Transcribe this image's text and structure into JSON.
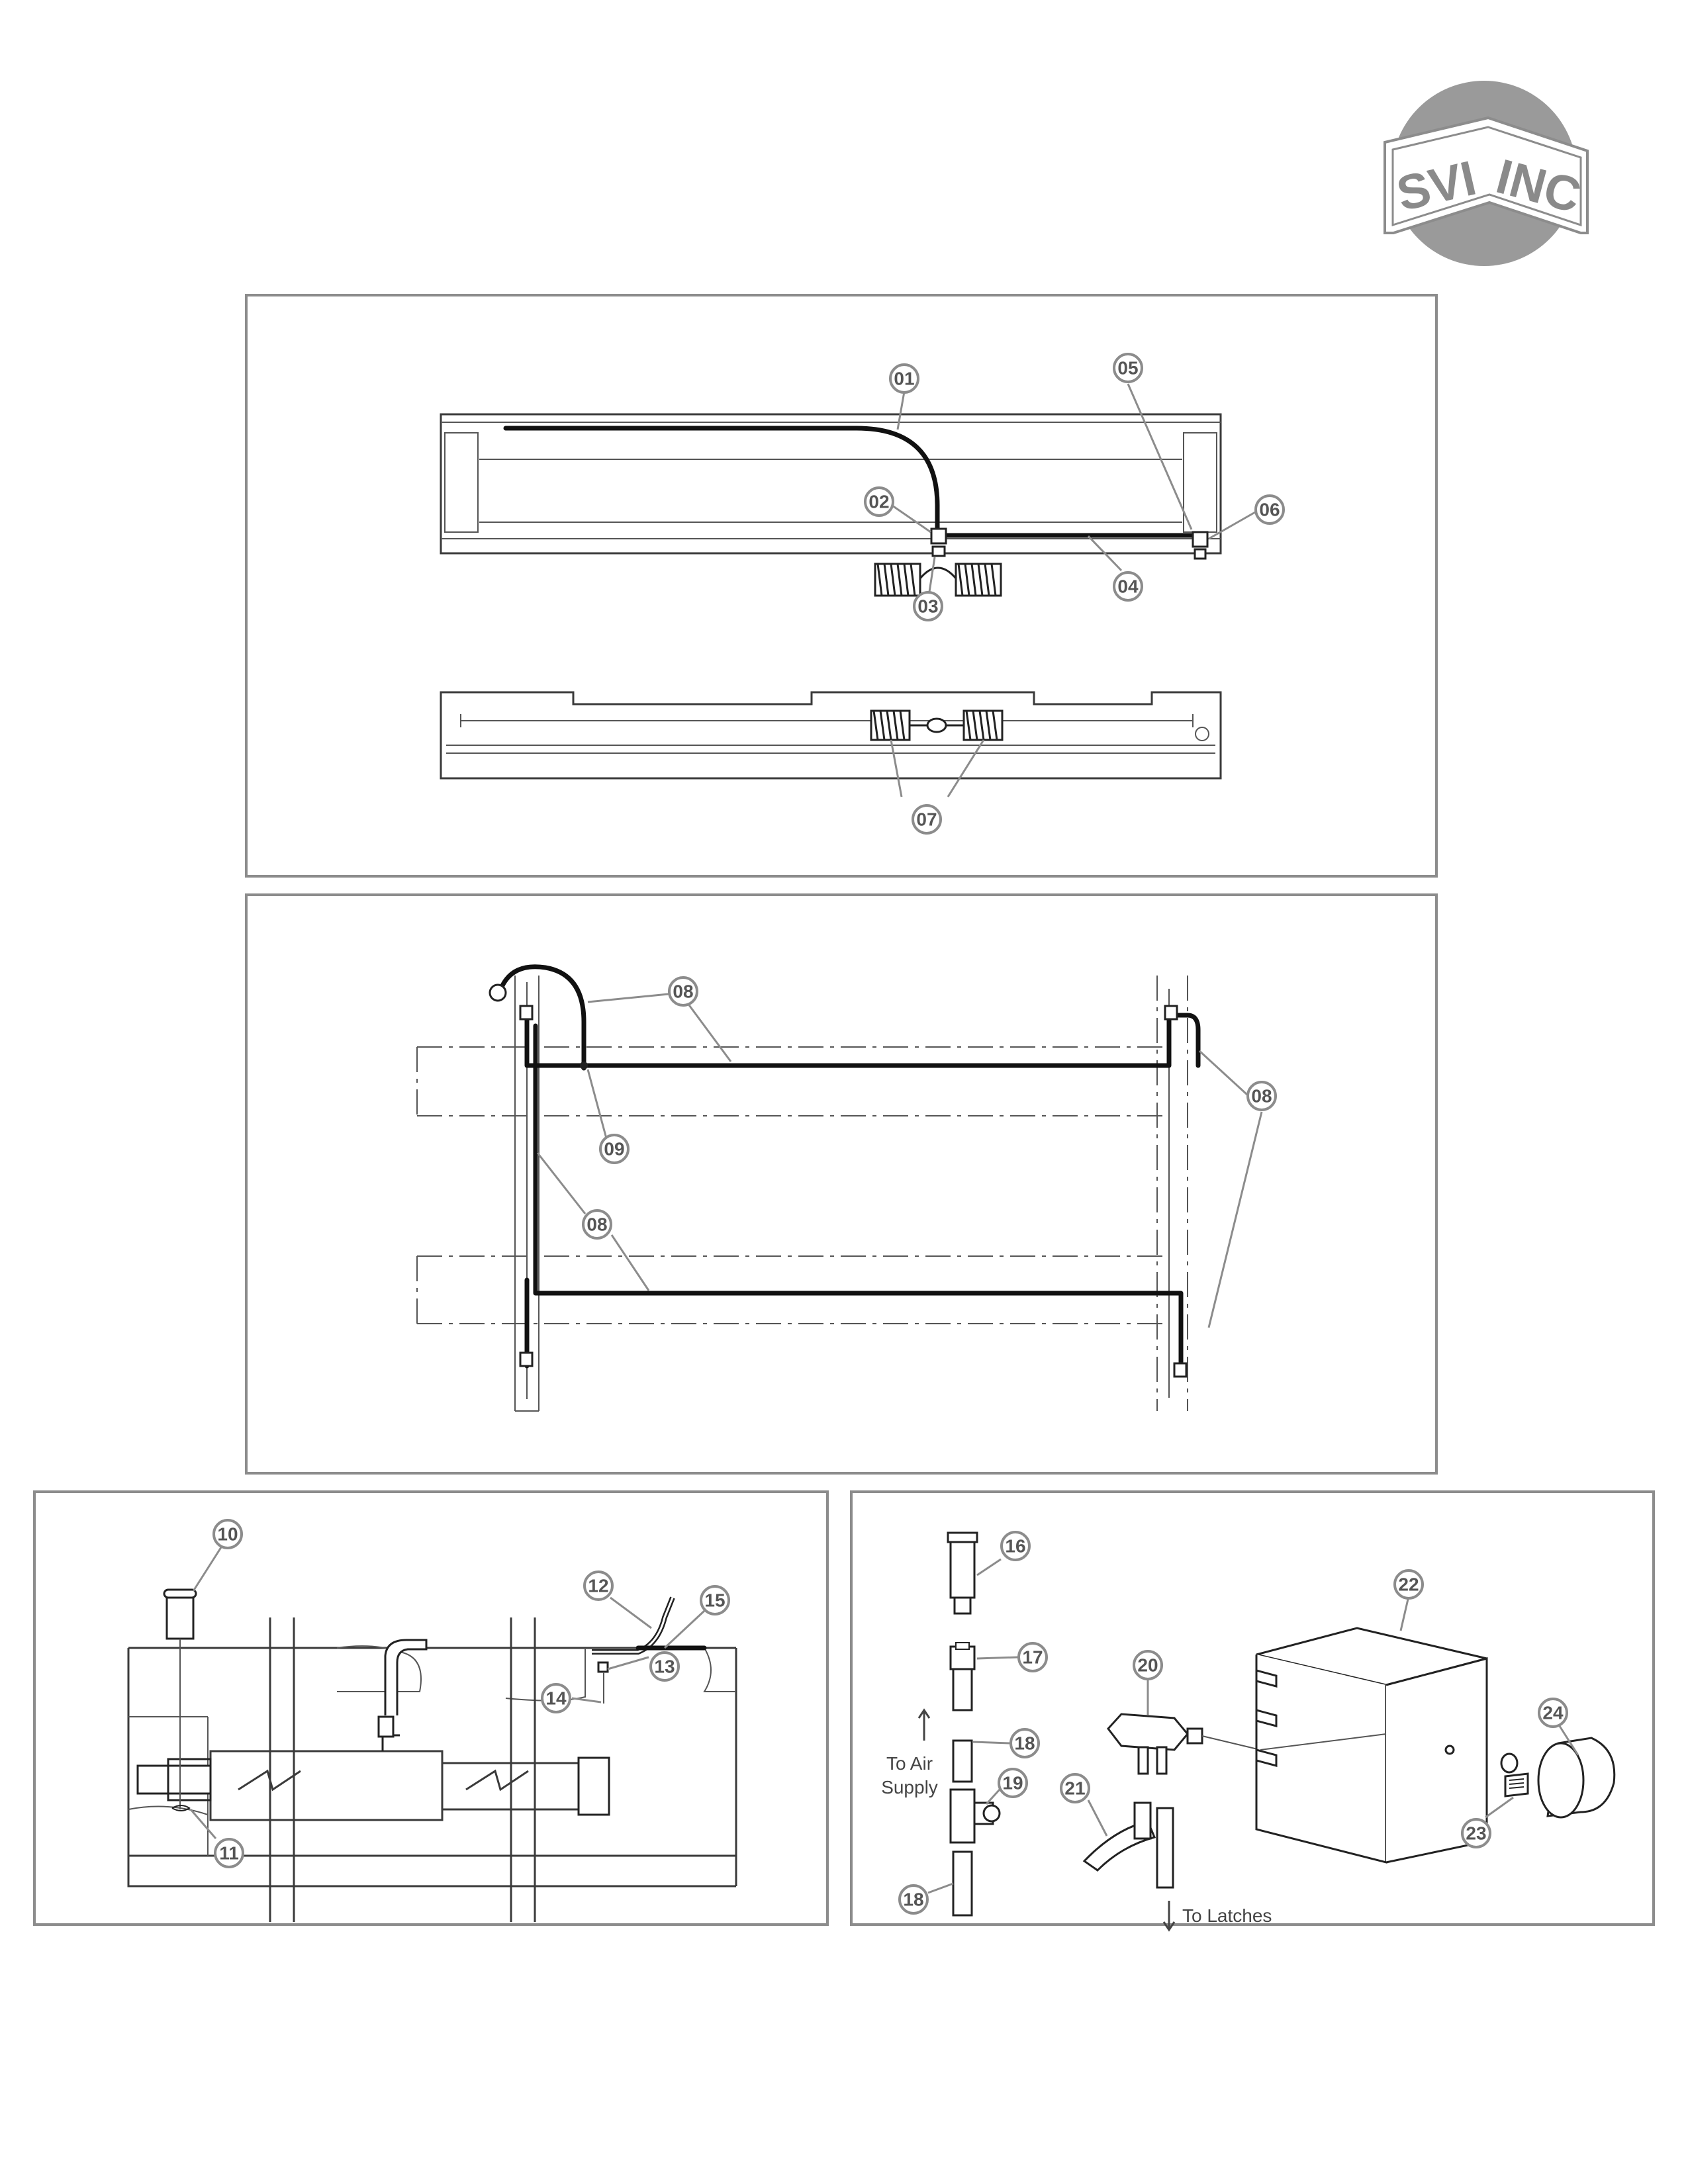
{
  "logo": {
    "text_left": "SVI",
    "text_right": "INC",
    "colors": {
      "disc": "#9a9a9a",
      "frame": "#8c8c8c",
      "letters": "#8a8a8a"
    }
  },
  "colors": {
    "panel_border": "#8c8c8c",
    "hose": "#111111",
    "line": "#3a3a3a",
    "callout": "#555555"
  },
  "panel1": {
    "callouts": [
      {
        "id": "c01",
        "label": "01"
      },
      {
        "id": "c02",
        "label": "02"
      },
      {
        "id": "c03",
        "label": "03"
      },
      {
        "id": "c04",
        "label": "04"
      },
      {
        "id": "c05",
        "label": "05"
      },
      {
        "id": "c06",
        "label": "06"
      },
      {
        "id": "c07",
        "label": "07"
      }
    ]
  },
  "panel2": {
    "callouts": [
      {
        "id": "c08a",
        "label": "08"
      },
      {
        "id": "c08b",
        "label": "08"
      },
      {
        "id": "c08c",
        "label": "08"
      },
      {
        "id": "c09",
        "label": "09"
      }
    ]
  },
  "panel3": {
    "callouts": [
      {
        "id": "c10",
        "label": "10"
      },
      {
        "id": "c11",
        "label": "11"
      },
      {
        "id": "c12",
        "label": "12"
      },
      {
        "id": "c13",
        "label": "13"
      },
      {
        "id": "c14",
        "label": "14"
      },
      {
        "id": "c15",
        "label": "15"
      }
    ]
  },
  "panel4": {
    "callouts": [
      {
        "id": "c16",
        "label": "16"
      },
      {
        "id": "c17",
        "label": "17"
      },
      {
        "id": "c18a",
        "label": "18"
      },
      {
        "id": "c18b",
        "label": "18"
      },
      {
        "id": "c19",
        "label": "19"
      },
      {
        "id": "c20",
        "label": "20"
      },
      {
        "id": "c21",
        "label": "21"
      },
      {
        "id": "c22",
        "label": "22"
      },
      {
        "id": "c23",
        "label": "23"
      },
      {
        "id": "c24",
        "label": "24"
      }
    ],
    "air_supply_label_line1": "To Air",
    "air_supply_label_line2": "Supply",
    "latches_label": "To Latches"
  }
}
